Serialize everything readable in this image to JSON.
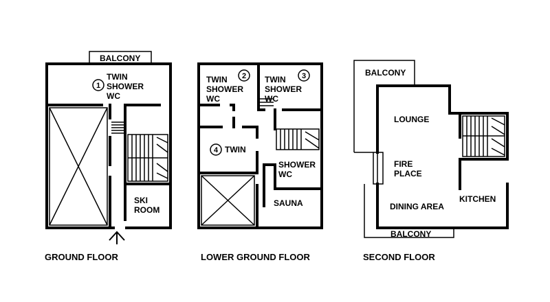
{
  "floors": {
    "ground": {
      "title": "GROUND FLOOR",
      "balcony": "BALCONY",
      "room1": {
        "number": "1",
        "line1": "TWIN",
        "line2": "SHOWER",
        "line3": "WC"
      },
      "ski_room": {
        "line1": "SKI",
        "line2": "ROOM"
      }
    },
    "lower_ground": {
      "title": "LOWER GROUND FLOOR",
      "room2": {
        "number": "2",
        "line1": "TWIN",
        "line2": "SHOWER",
        "line3": "WC"
      },
      "room3": {
        "number": "3",
        "line1": "TWIN",
        "line2": "SHOWER",
        "line3": "WC"
      },
      "room4": {
        "number": "4",
        "line1": "TWIN"
      },
      "shower": {
        "line1": "SHOWER",
        "line2": "WC"
      },
      "sauna": "SAUNA"
    },
    "second": {
      "title": "SECOND FLOOR",
      "balcony_top": "BALCONY",
      "balcony_bottom": "BALCONY",
      "lounge": "LOUNGE",
      "fireplace": {
        "line1": "FIRE",
        "line2": "PLACE"
      },
      "dining": "DINING AREA",
      "kitchen": "KITCHEN"
    }
  }
}
